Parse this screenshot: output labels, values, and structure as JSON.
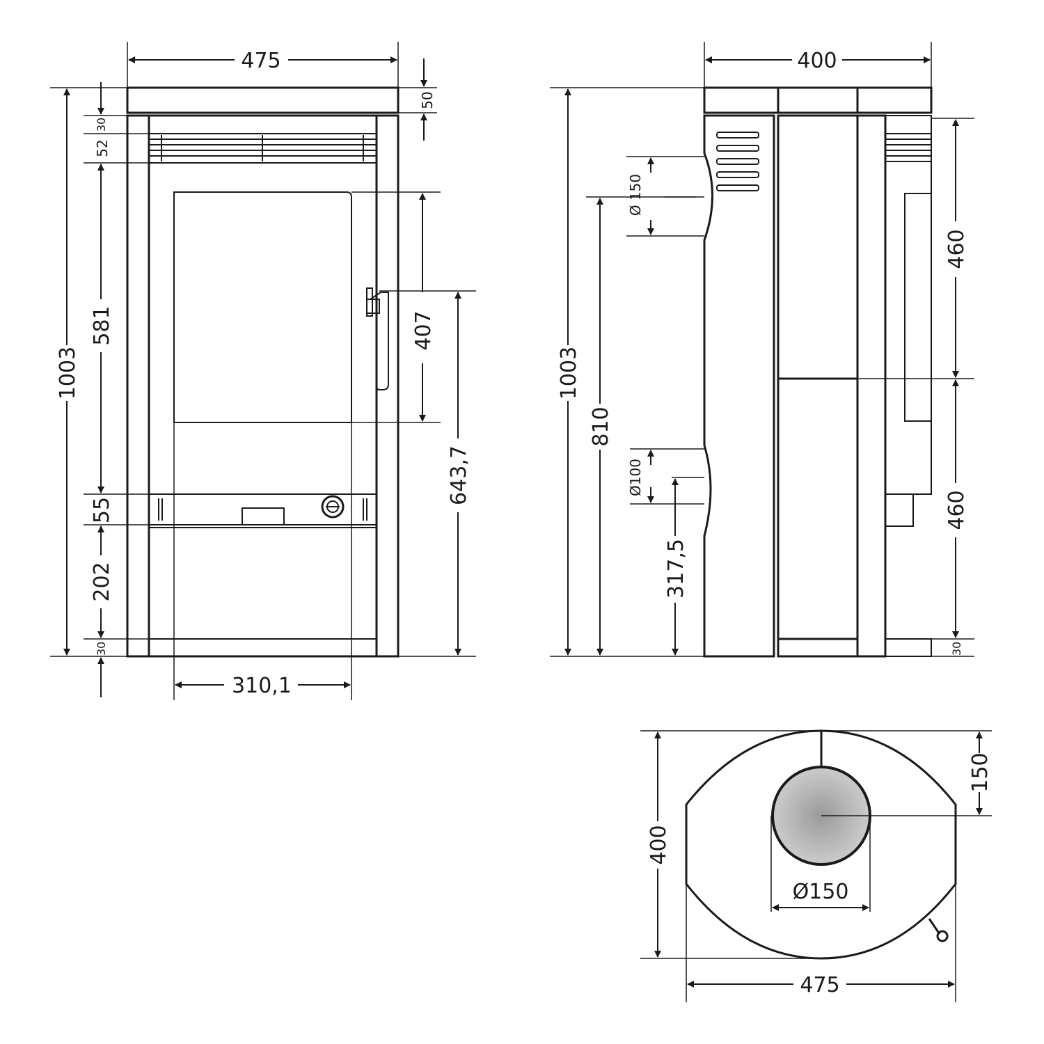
{
  "front_view": {
    "width": "475",
    "height_total": "1003",
    "top_plate": "50",
    "grille_offset": "30",
    "grille_height": "52",
    "door_area": "581",
    "glass_height": "407",
    "handle_height": "643,7",
    "ash_band": "55",
    "base_area": "202",
    "foot": "30",
    "glass_width": "310,1"
  },
  "side_view": {
    "depth": "400",
    "height_total": "1003",
    "flue_height": "810",
    "flue_diameter": "Ø 150",
    "air_diameter": "Ø100",
    "air_height": "317,5",
    "rear_upper": "460",
    "rear_lower": "460",
    "foot": "30"
  },
  "top_view": {
    "depth": "400",
    "flue_offset": "150",
    "flue_diameter": "Ø150",
    "width": "475"
  },
  "colors": {
    "line": "#1a1a1a",
    "body_grey": "#b8b8b8",
    "panel_light": "#dcdcdc",
    "dark_grey": "#8a8a8a"
  }
}
